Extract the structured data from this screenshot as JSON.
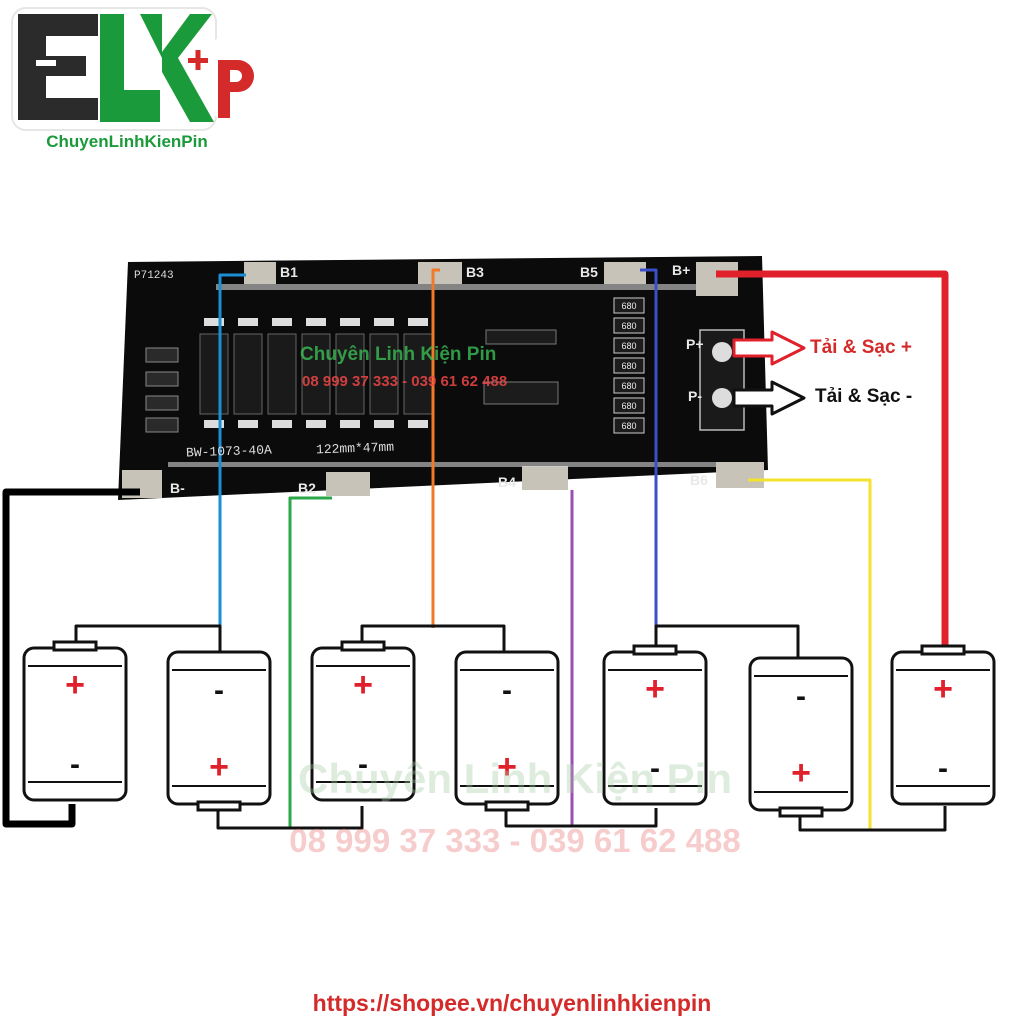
{
  "logo": {
    "letters": "ELK+P",
    "caption": "ChuyenLinhKienPin"
  },
  "board": {
    "code": "P71243",
    "model": "BW-1073-40A",
    "size": "122mm*47mm",
    "watermark_name": "Chuyên Linh Kiện Pin",
    "watermark_phone": "08 999 37 333 - 039 61 62 488",
    "resistor_value": "680",
    "pad_labels": {
      "b_minus": "B-",
      "b1": "B1",
      "b2": "B2",
      "b3": "B3",
      "b4": "B4",
      "b5": "B5",
      "b6": "B6",
      "b_plus": "B+",
      "p_plus": "P+",
      "p_minus": "P-"
    }
  },
  "connections": {
    "load_charge_plus": "Tải & Sạc +",
    "load_charge_minus": "Tải & Sạc -"
  },
  "cells": {
    "plus_sign": "+",
    "minus_sign": "-"
  },
  "wire_colors": {
    "b_minus": "#000000",
    "b1": "#1a8fd6",
    "b2": "#2aa84a",
    "b3": "#f07a28",
    "b4": "#9a4fb4",
    "b5": "#3a4fc8",
    "b6": "#f3e22e",
    "b_plus": "#e0202a"
  },
  "watermark": {
    "name": "Chuyên Linh Kiện Pin",
    "phone": "08 999 37 333 - 039 61 62 488"
  },
  "footer": {
    "url": "https://shopee.vn/chuyenlinhkienpin"
  }
}
